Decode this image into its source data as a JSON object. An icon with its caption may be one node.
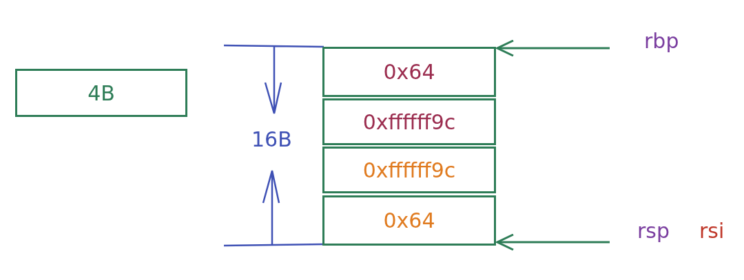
{
  "diagram": {
    "nodes": [
      {
        "text": [
          "4B"
        ]
      },
      {
        "text": [
          "0x64"
        ]
      },
      {
        "text": [
          "0xffffff9c"
        ]
      },
      {
        "text": [
          "0xffffff9c"
        ]
      },
      {
        "text": [
          "0x64"
        ]
      }
    ],
    "edges": [
      {
        "from": null,
        "to": 1,
        "arrow": "to"
      },
      {
        "from": null,
        "to": 4,
        "arrow": "to"
      }
    ],
    "labels": [
      "16B",
      "rbp",
      "rsp",
      "rsi"
    ]
  }
}
